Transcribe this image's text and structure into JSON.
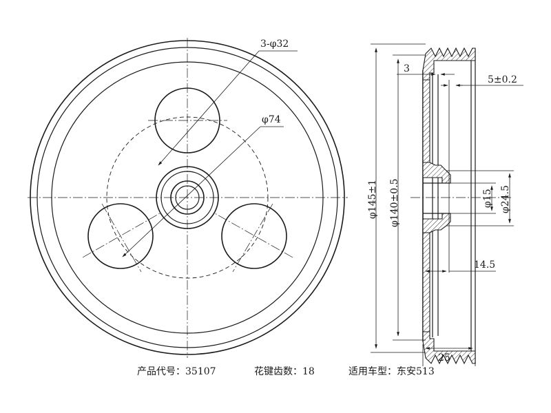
{
  "dimensions": {
    "holes": "3-φ32",
    "pcd": "φ74",
    "outer": "φ145±1",
    "groove": "φ140±0.5",
    "bore": "φ15",
    "hub": "φ24.5",
    "offset": "5±0.2",
    "rim_thk": "3",
    "hub_pos": "14.5",
    "width": "25"
  },
  "caption": {
    "product_code": "产品代号：35107",
    "spline_teeth": "花键齿数：18",
    "vehicle": "适用车型：东安513"
  }
}
